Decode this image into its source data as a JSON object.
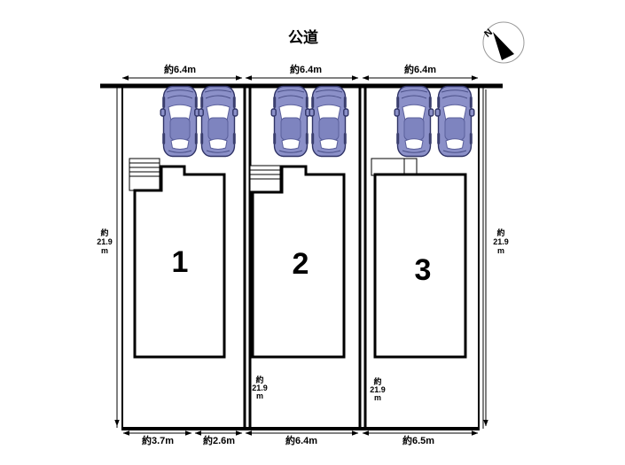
{
  "page": {
    "title": "公道"
  },
  "compass": {
    "north_label": "N"
  },
  "colors": {
    "car_body": "#8b90c8",
    "car_outline": "#2f3366",
    "line": "#000000"
  },
  "dimensions": {
    "top_widths": [
      {
        "label": "約6.4m"
      },
      {
        "label": "約6.4m"
      },
      {
        "label": "約6.4m"
      }
    ],
    "bottom_widths": [
      {
        "label": "約3.7m"
      },
      {
        "label": "約2.6m"
      },
      {
        "label": "約6.4m"
      },
      {
        "label": "約6.5m"
      }
    ],
    "depth_labels": [
      [
        "約",
        "21.9",
        "m"
      ],
      [
        "約",
        "21.9",
        "m"
      ],
      [
        "約",
        "21.9",
        "m"
      ],
      [
        "約",
        "21.9",
        "m"
      ]
    ]
  },
  "lots": [
    {
      "number": "1"
    },
    {
      "number": "2"
    },
    {
      "number": "3"
    }
  ]
}
